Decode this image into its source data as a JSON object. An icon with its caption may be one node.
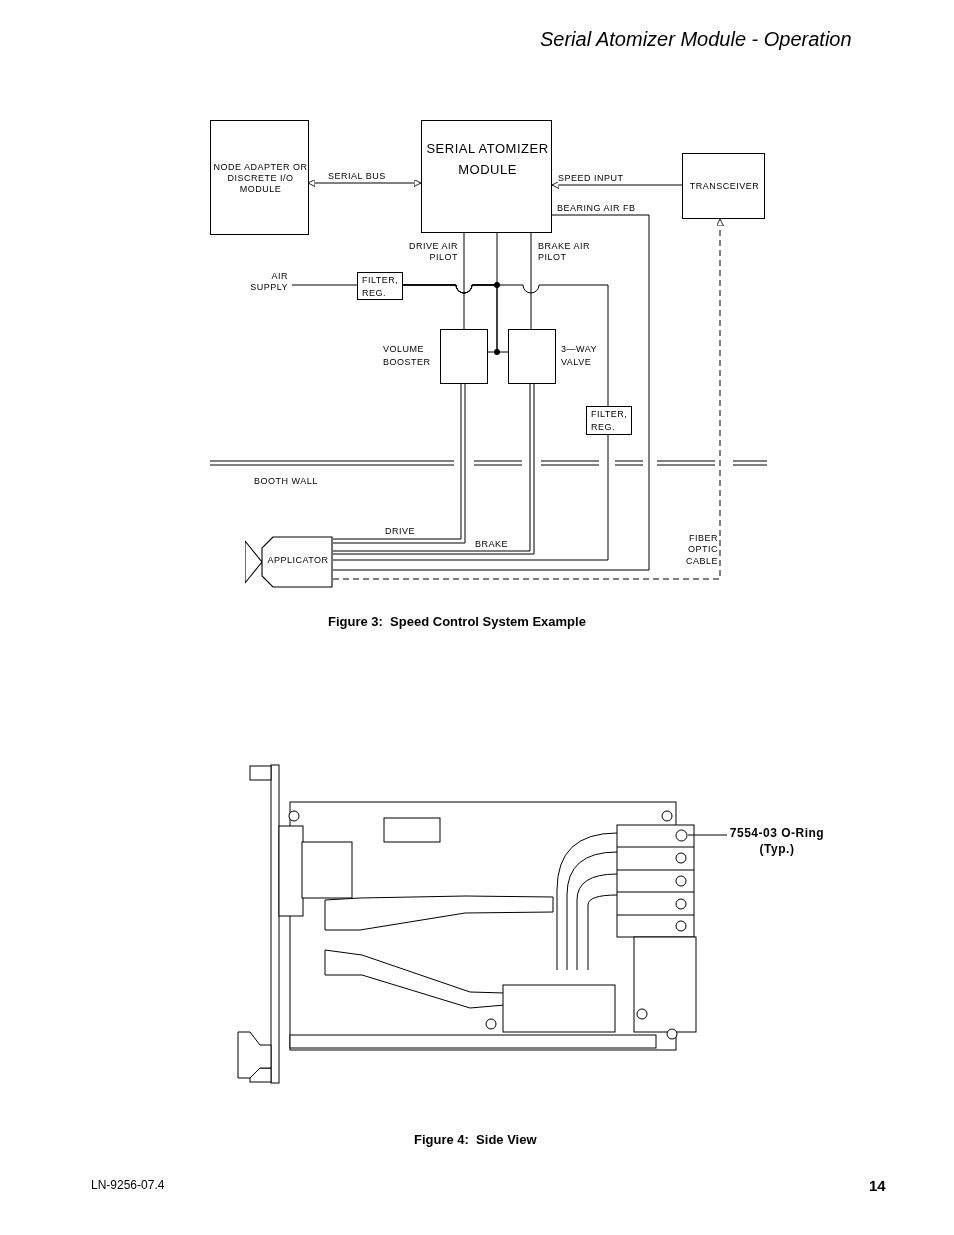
{
  "diagram": {
    "title": "Serial Atomizer Module - Operation",
    "nodes": [
      {
        "text": [
          "NODE ADAPTER OR DISCRETE I/O MODULE"
        ]
      },
      {
        "text": [
          "SERIAL ATOMIZER MODULE"
        ]
      },
      {
        "text": [
          "TRANSCEIVER"
        ]
      },
      {
        "text": [
          "FILTER, REG."
        ]
      },
      {
        "text": [
          "VOLUME BOOSTER"
        ]
      },
      {
        "text": [
          "3—WAY VALVE"
        ]
      },
      {
        "text": [
          "FILTER, REG."
        ]
      },
      {
        "text": [
          "APPLICATOR"
        ]
      },
      {
        "text": [
          "AIR SUPPLY"
        ]
      },
      {
        "text": [
          "7554-03 O-Ring (Typ.)"
        ]
      },
      {
        "text": [],
        "shape": "circle"
      }
    ],
    "edges": [
      {
        "from": 0,
        "to": 1,
        "arrow": "both",
        "label": "SERIAL BUS"
      },
      {
        "from": 2,
        "to": 1,
        "arrow": "to",
        "label": "SPEED INPUT"
      },
      {
        "from": 1,
        "to": 7,
        "arrow": "none",
        "label": "BEARING AIR FB"
      },
      {
        "from": 1,
        "to": 4,
        "arrow": "none",
        "label": "DRIVE AIR PILOT"
      },
      {
        "from": 1,
        "to": 5,
        "arrow": "none",
        "label": "BRAKE AIR PILOT"
      },
      {
        "from": 8,
        "to": 3,
        "arrow": "none"
      },
      {
        "from": 3,
        "to": 1,
        "arrow": "none"
      },
      {
        "from": 3,
        "to": 4,
        "arrow": "none"
      },
      {
        "from": 3,
        "to": 5,
        "arrow": "none"
      },
      {
        "from": 3,
        "to": 6,
        "arrow": "none"
      },
      {
        "from": 6,
        "to": 7,
        "arrow": "none"
      },
      {
        "from": 4,
        "to": 7,
        "arrow": "none",
        "label": "DRIVE"
      },
      {
        "from": 5,
        "to": 7,
        "arrow": "none",
        "label": "BRAKE"
      },
      {
        "from": 7,
        "to": 2,
        "arrow": "to",
        "style": "dashed",
        "label": "FIBER OPTIC CABLE"
      },
      {
        "from": 9,
        "to": 10,
        "arrow": "none"
      }
    ],
    "labels": [
      "BOOTH WALL",
      "Figure 3:  Speed Control System Example",
      "Figure 4:  Side View",
      "LN-9256-07.4",
      "14"
    ]
  }
}
